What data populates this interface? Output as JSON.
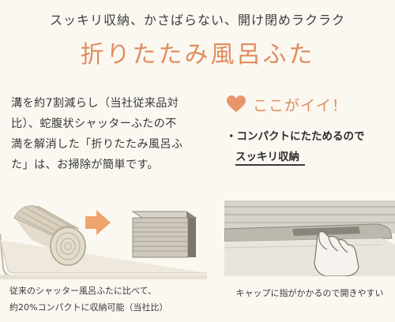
{
  "header": {
    "subtitle": "スッキリ収納、かさばらない、開け閉めラクラク",
    "title": "折りたたみ風呂ふた"
  },
  "description": {
    "lines": [
      "溝を約7割減らし（当社従来品対",
      "比）、蛇腹状シャッターふたの不",
      "満を解消した「折りたたみ風呂ふ",
      "た」は、お掃除が簡単です。"
    ]
  },
  "point": {
    "icon": "heart-icon",
    "heading": "ここがイイ！",
    "bullet_line1": "・コンパクトにたためるので",
    "bullet_line2": "スッキリ収納"
  },
  "captions": {
    "left_line1": "従来のシャッター風呂ふたに比べて、",
    "left_line2": "約20%コンパクトに収納可能（当社比）",
    "right": "キャップに指がかかるので開きやすい"
  },
  "colors": {
    "accent": "#e18c5e",
    "background": "#fbf8f1",
    "text": "#3a3a3a"
  }
}
